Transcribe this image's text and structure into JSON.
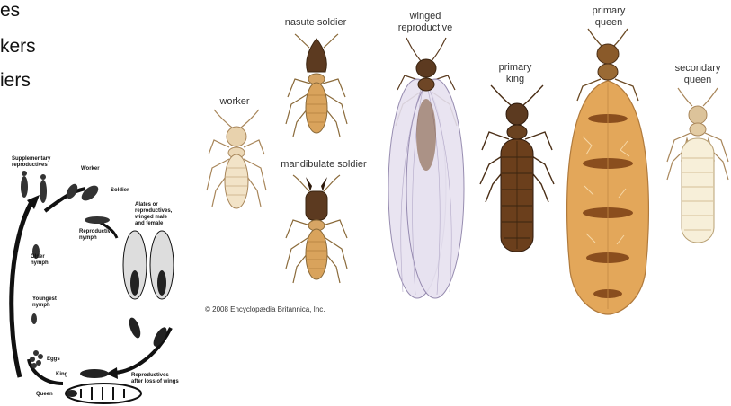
{
  "bullets": [
    "es",
    "kers",
    "iers"
  ],
  "castes": {
    "worker": "worker",
    "nasute_soldier": "nasute soldier",
    "mandibulate_soldier": "mandibulate soldier",
    "winged_reproductive_line1": "winged",
    "winged_reproductive_line2": "reproductive",
    "primary_king_line1": "primary",
    "primary_king_line2": "king",
    "primary_queen_line1": "primary",
    "primary_queen_line2": "queen",
    "secondary_queen_line1": "secondary",
    "secondary_queen_line2": "queen"
  },
  "copyright": "© 2008 Encyclopædia Britannica, Inc.",
  "life_cycle": {
    "supplementary_line1": "Supplementary",
    "supplementary_line2": "reproductives",
    "worker": "Worker",
    "soldier": "Soldier",
    "alates_line1": "Alates or",
    "alates_line2": "reproductives,",
    "alates_line3": "winged male",
    "alates_line4": "and female",
    "reproductive_nymph_line1": "Reproductive",
    "reproductive_nymph_line2": "nymph",
    "older_nymph_line1": "Older",
    "older_nymph_line2": "nymph",
    "youngest_nymph_line1": "Youngest",
    "youngest_nymph_line2": "nymph",
    "eggs": "Eggs",
    "king": "King",
    "queen": "Queen",
    "after_wings_line1": "Reproductives",
    "after_wings_line2": "after loss of wings"
  }
}
